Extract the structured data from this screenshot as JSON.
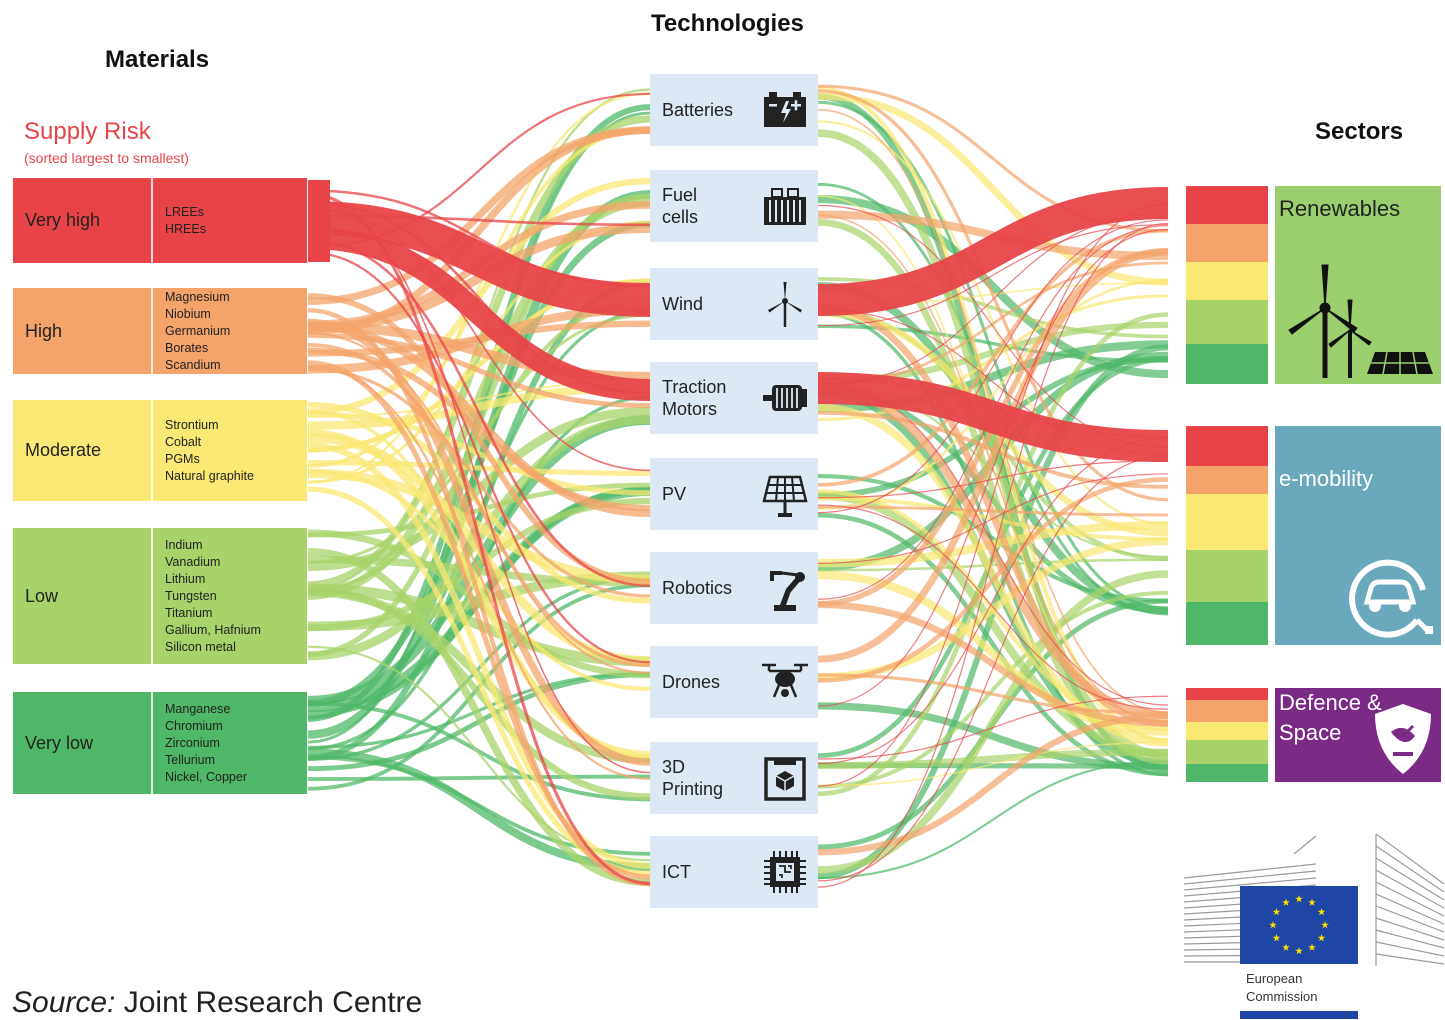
{
  "headers": {
    "materials": "Materials",
    "technologies": "Technologies",
    "sectors": "Sectors"
  },
  "supply_risk": {
    "title": "Supply Risk",
    "subtitle": "(sorted largest to smallest)"
  },
  "risk_levels": [
    {
      "level": "Very high",
      "color": "#e84448",
      "materials": [
        "LREEs",
        "HREEs"
      ]
    },
    {
      "level": "High",
      "color": "#f4a46b",
      "materials": [
        "Magnesium",
        "Niobium",
        "Germanium",
        "Borates",
        "Scandium"
      ]
    },
    {
      "level": "Moderate",
      "color": "#f9e874",
      "materials": [
        "Strontium",
        "Cobalt",
        "PGMs",
        "Natural graphite"
      ]
    },
    {
      "level": "Low",
      "color": "#a8d36a",
      "materials": [
        "Indium",
        "Vanadium",
        "Lithium",
        "Tungsten",
        "Titanium",
        "Gallium, Hafnium",
        "Silicon metal"
      ]
    },
    {
      "level": "Very low",
      "color": "#4fb868",
      "materials": [
        "Manganese",
        "Chromium",
        "Zirconium",
        "Tellurium",
        "Nickel, Copper"
      ]
    }
  ],
  "technologies": [
    {
      "label": "Batteries",
      "icon": "battery-icon"
    },
    {
      "label": "Fuel\ncells",
      "icon": "fuel-cell-icon"
    },
    {
      "label": "Wind",
      "icon": "wind-turbine-icon"
    },
    {
      "label": "Traction\nMotors",
      "icon": "motor-icon"
    },
    {
      "label": "PV",
      "icon": "solar-panel-icon"
    },
    {
      "label": "Robotics",
      "icon": "robot-arm-icon"
    },
    {
      "label": "Drones",
      "icon": "drone-icon"
    },
    {
      "label": "3D\nPrinting",
      "icon": "3d-printer-icon"
    },
    {
      "label": "ICT",
      "icon": "chip-icon"
    }
  ],
  "sectors": [
    {
      "label": "Renewables",
      "color": "#9bcf6e",
      "icon": "wind-solar-icon"
    },
    {
      "label": "e-mobility",
      "color": "#6aa8bd",
      "icon": "electric-car-icon"
    },
    {
      "label": "Defence &\nSpace",
      "color": "#7b2a86",
      "icon": "satellite-shield-icon"
    }
  ],
  "source": {
    "prefix": "Source:",
    "text": "Joint Research Centre"
  },
  "logo": {
    "line1": "European",
    "line2": "Commission",
    "flag_color": "#1e46a5",
    "star_color": "#ffdd00"
  }
}
